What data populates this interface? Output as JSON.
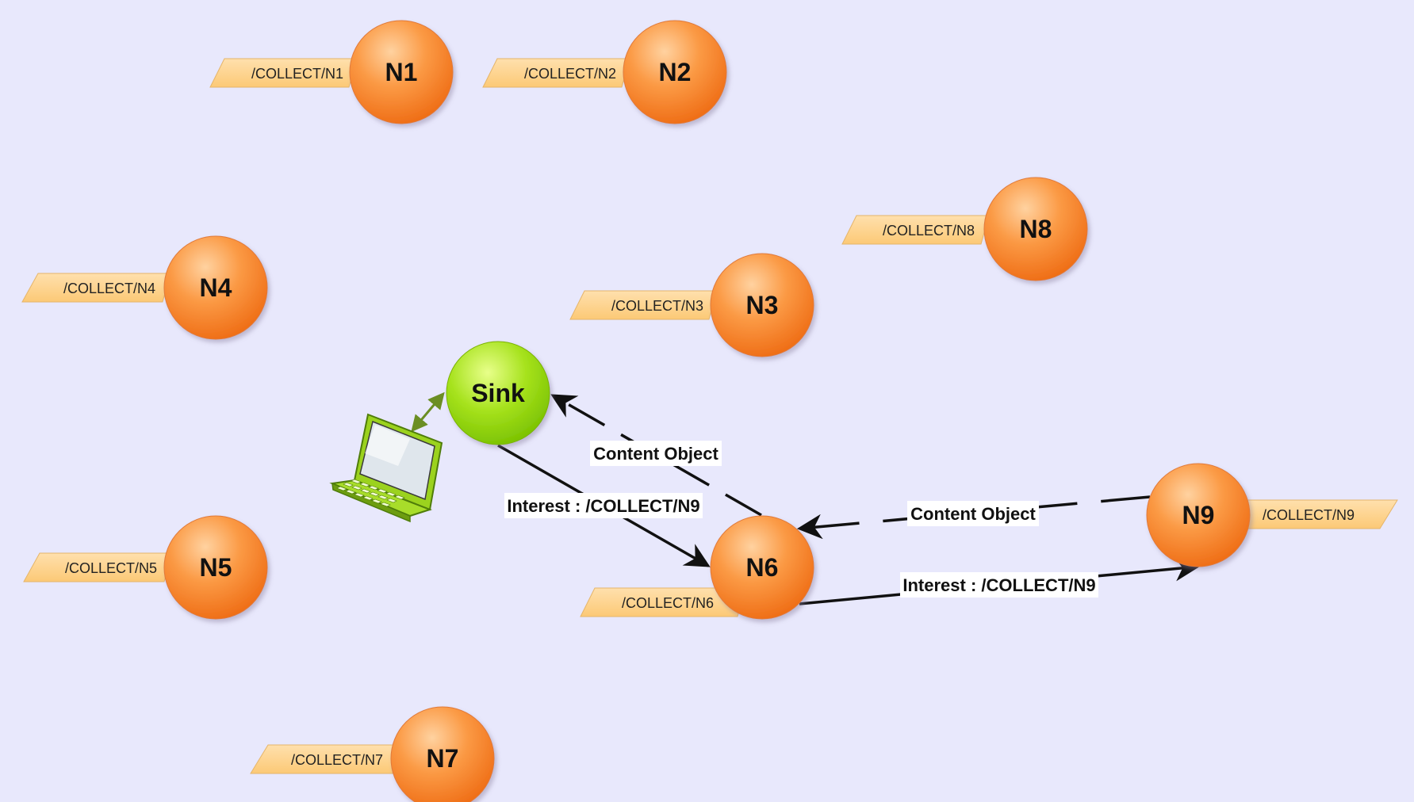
{
  "diagram": {
    "nodes": [
      {
        "id": "N1",
        "label": "N1",
        "tag": "/COLLECT/N1"
      },
      {
        "id": "N2",
        "label": "N2",
        "tag": "/COLLECT/N2"
      },
      {
        "id": "N3",
        "label": "N3",
        "tag": "/COLLECT/N3"
      },
      {
        "id": "N4",
        "label": "N4",
        "tag": "/COLLECT/N4"
      },
      {
        "id": "N5",
        "label": "N5",
        "tag": "/COLLECT/N5"
      },
      {
        "id": "N6",
        "label": "N6",
        "tag": "/COLLECT/N6"
      },
      {
        "id": "N7",
        "label": "N7",
        "tag": "/COLLECT/N7"
      },
      {
        "id": "N8",
        "label": "N8",
        "tag": "/COLLECT/N8"
      },
      {
        "id": "N9",
        "label": "N9",
        "tag": "/COLLECT/N9"
      }
    ],
    "sink": {
      "label": "Sink"
    },
    "edges": [
      {
        "id": "sink-n6-interest",
        "label": "Interest : /COLLECT/N9",
        "style": "solid"
      },
      {
        "id": "n6-sink-content",
        "label": "Content Object",
        "style": "dashed"
      },
      {
        "id": "n6-n9-interest",
        "label": "Interest : /COLLECT/N9",
        "style": "solid"
      },
      {
        "id": "n9-n6-content",
        "label": "Content Object",
        "style": "dashed"
      }
    ],
    "colors": {
      "background": "#e8e8fc",
      "node_orange": "#f47b1e",
      "sink_green": "#88cc00",
      "tag_fill": "#ffd590",
      "link_green": "#6b8e23"
    }
  }
}
